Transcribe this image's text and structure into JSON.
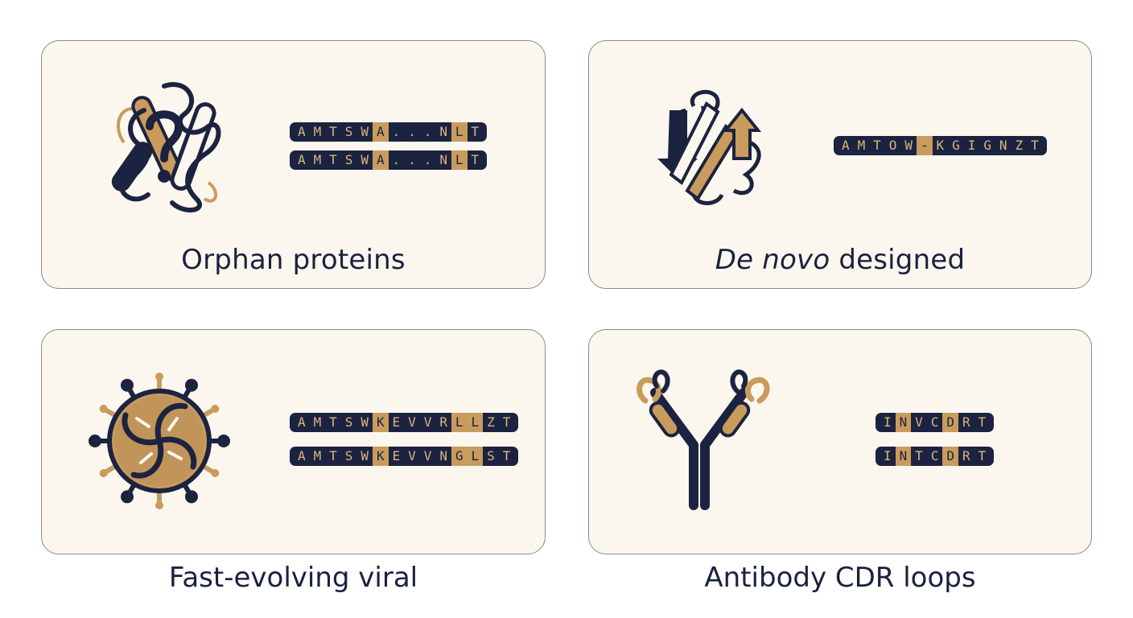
{
  "cards": {
    "orphan": {
      "title": "Orphan proteins",
      "sequences": [
        "AMTSWA...NLT",
        "AMTSWA...NLT"
      ],
      "highlight": [
        5,
        10
      ],
      "icon": "tangled-protein-question-icon"
    },
    "denovo": {
      "title_italic": "De novo",
      "title_rest": " designed",
      "sequences": [
        "AMTOW-KGIGNZT"
      ],
      "highlight": [
        5
      ],
      "icon": "beta-sheet-arrows-icon"
    },
    "viral": {
      "title": "Fast-evolving viral",
      "sequences": [
        "AMTSWKEVVRLLZT",
        "AMTSWKEVVNGLST"
      ],
      "highlight": [
        5,
        10,
        11
      ],
      "icon": "virus-particle-icon"
    },
    "antibody": {
      "title": "Antibody CDR loops",
      "sequences": [
        "INVCDRT",
        "INTCDRT"
      ],
      "highlight": [
        1,
        4
      ],
      "icon": "antibody-y-icon"
    }
  },
  "colors": {
    "navy": "#1c2340",
    "gold": "#c99b5c",
    "card_bg": "#fbf7ee"
  }
}
